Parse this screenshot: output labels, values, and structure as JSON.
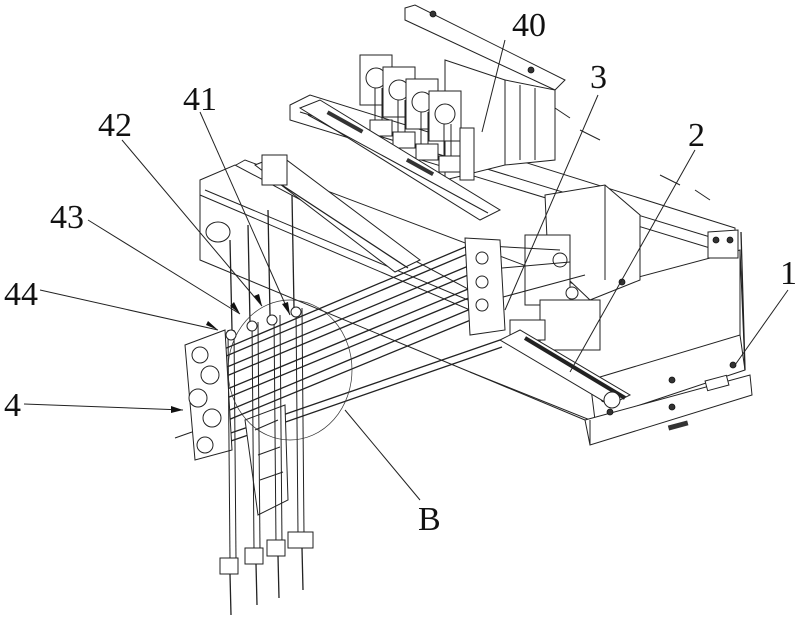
{
  "figure": {
    "type": "patent-mechanical-drawing",
    "description": "Isometric line drawing of a gantry-type multi-nozzle pick-and-place / dispensing machine",
    "labels": [
      {
        "id": "label-40",
        "text": "40",
        "refers_to": "motor-module-block"
      },
      {
        "id": "label-41",
        "text": "41",
        "refers_to": "nozzle-rod"
      },
      {
        "id": "label-42",
        "text": "42",
        "refers_to": "nozzle-rod"
      },
      {
        "id": "label-43",
        "text": "43",
        "refers_to": "nozzle-rod"
      },
      {
        "id": "label-44",
        "text": "44",
        "refers_to": "nozzle-rod"
      },
      {
        "id": "label-3",
        "text": "3",
        "refers_to": "y-axis-carriage"
      },
      {
        "id": "label-2",
        "text": "2",
        "refers_to": "belt-drive"
      },
      {
        "id": "label-1",
        "text": "1",
        "refers_to": "base-frame"
      },
      {
        "id": "label-4",
        "text": "4",
        "refers_to": "head-assembly"
      },
      {
        "id": "label-B",
        "text": "B",
        "refers_to": "detail-circle"
      }
    ],
    "stroke_color": "#222222",
    "background_color": "#ffffff"
  }
}
